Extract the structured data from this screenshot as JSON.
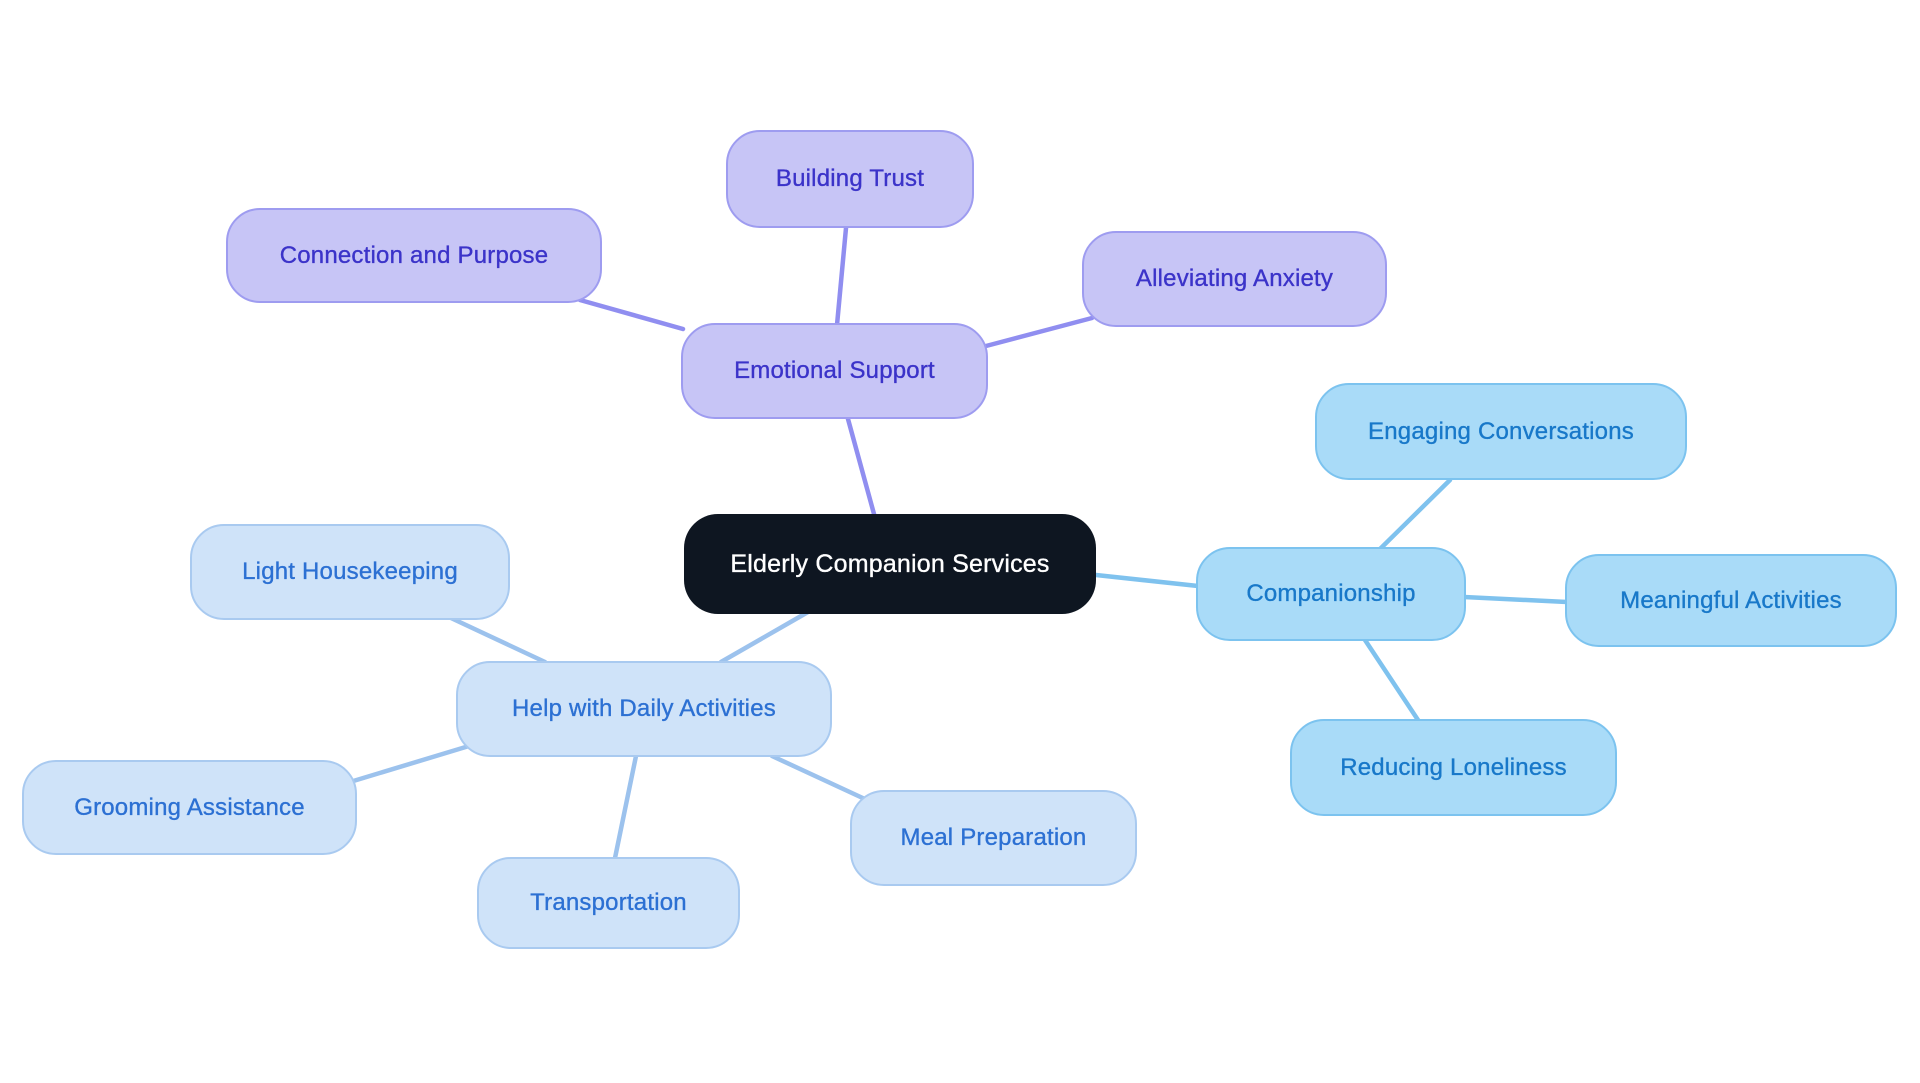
{
  "diagram_type": "mindmap",
  "background_color": "#ffffff",
  "palette": {
    "root": {
      "fill": "#0e1621",
      "text": "#ffffff"
    },
    "purple": {
      "fill": "#c7c5f6",
      "border": "#9e9cf0",
      "text": "#3b33c9",
      "link": "#908ef0"
    },
    "blue": {
      "fill": "#a9dbf8",
      "border": "#7cc3ef",
      "text": "#1878c9",
      "link": "#7fc2ee"
    },
    "paleblue": {
      "fill": "#cfe3f9",
      "border": "#a9caf0",
      "text": "#2c70d3",
      "link": "#9cc2ed"
    }
  },
  "mindmap": {
    "root": {
      "label": "Elderly Companion Services",
      "color_family": "root"
    },
    "branches": [
      {
        "label": "Emotional Support",
        "color_family": "purple",
        "children": [
          {
            "label": "Building Trust"
          },
          {
            "label": "Connection and Purpose"
          },
          {
            "label": "Alleviating Anxiety"
          }
        ]
      },
      {
        "label": "Companionship",
        "color_family": "blue",
        "children": [
          {
            "label": "Engaging Conversations"
          },
          {
            "label": "Meaningful Activities"
          },
          {
            "label": "Reducing Loneliness"
          }
        ]
      },
      {
        "label": "Help with Daily Activities",
        "color_family": "paleblue",
        "children": [
          {
            "label": "Light Housekeeping"
          },
          {
            "label": "Grooming Assistance"
          },
          {
            "label": "Transportation"
          },
          {
            "label": "Meal Preparation"
          }
        ]
      }
    ]
  }
}
